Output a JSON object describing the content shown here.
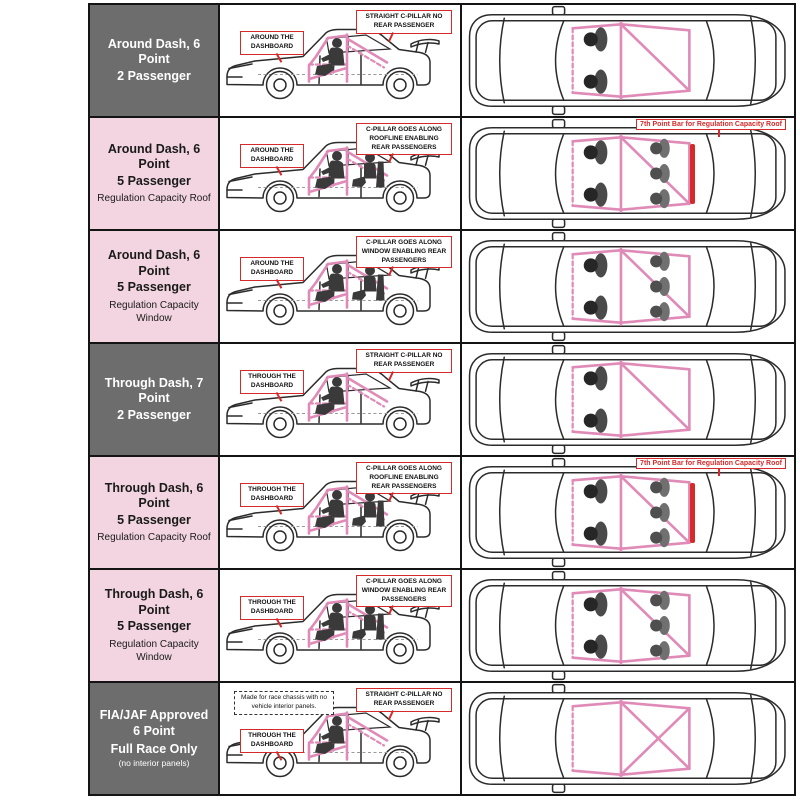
{
  "colors": {
    "dark_label_bg": "#6d6d6d",
    "dark_label_text": "#ffffff",
    "pink_label_bg": "#f2d5e1",
    "pink_label_text": "#1a1a1a",
    "cage_pink": "#e08ab8",
    "annotation_red": "#d42a2a",
    "outline": "#2b2b2b",
    "figure_dark": "#3a3a3a",
    "border_black": "#141414"
  },
  "rows": [
    {
      "line1": "Around Dash, 6 Point",
      "line2": "2 Passenger",
      "line3": "",
      "line4": "",
      "theme": "dark",
      "dash_note": "AROUND THE DASHBOARD",
      "cpillar_note": "STRAIGHT C-PILLAR NO REAR PASSENGER",
      "top_note": "",
      "race_note": ""
    },
    {
      "line1": "Around Dash, 6 Point",
      "line2": "5 Passenger",
      "line3": "Regulation Capacity Roof",
      "line4": "",
      "theme": "pink",
      "dash_note": "AROUND THE DASHBOARD",
      "cpillar_note": "C-PILLAR GOES ALONG ROOFLINE ENABLING REAR PASSENGERS",
      "top_note": "7th Point Bar for Regulation Capacity Roof",
      "race_note": ""
    },
    {
      "line1": "Around Dash, 6 Point",
      "line2": "5 Passenger",
      "line3": "Regulation Capacity Window",
      "line4": "",
      "theme": "pink",
      "dash_note": "AROUND THE DASHBOARD",
      "cpillar_note": "C-PILLAR GOES ALONG WINDOW ENABLING REAR PASSENGERS",
      "top_note": "",
      "race_note": ""
    },
    {
      "line1": "Through Dash, 7 Point",
      "line2": "2 Passenger",
      "line3": "",
      "line4": "",
      "theme": "dark",
      "dash_note": "THROUGH THE DASHBOARD",
      "cpillar_note": "STRAIGHT C-PILLAR NO REAR PASSENGER",
      "top_note": "",
      "race_note": ""
    },
    {
      "line1": "Through Dash, 6 Point",
      "line2": "5 Passenger",
      "line3": "Regulation Capacity Roof",
      "line4": "",
      "theme": "pink",
      "dash_note": "THROUGH THE DASHBOARD",
      "cpillar_note": "C-PILLAR GOES ALONG ROOFLINE ENABLING REAR PASSENGERS",
      "top_note": "7th Point Bar for Regulation Capacity Roof",
      "race_note": ""
    },
    {
      "line1": "Through Dash, 6 Point",
      "line2": "5 Passenger",
      "line3": "Regulation Capacity Window",
      "line4": "",
      "theme": "pink",
      "dash_note": "THROUGH THE DASHBOARD",
      "cpillar_note": "C-PILLAR GOES ALONG WINDOW ENABLING REAR PASSENGERS",
      "top_note": "",
      "race_note": ""
    },
    {
      "line1": "FIA/JAF Approved",
      "line2": "6 Point",
      "line3": "Full Race Only",
      "line4": "(no interior panels)",
      "theme": "dark",
      "dash_note": "THROUGH THE DASHBOARD",
      "cpillar_note": "STRAIGHT C-PILLAR NO REAR PASSENGER",
      "top_note": "",
      "race_note": "Made for race chassis with no vehicle interior panels."
    }
  ]
}
